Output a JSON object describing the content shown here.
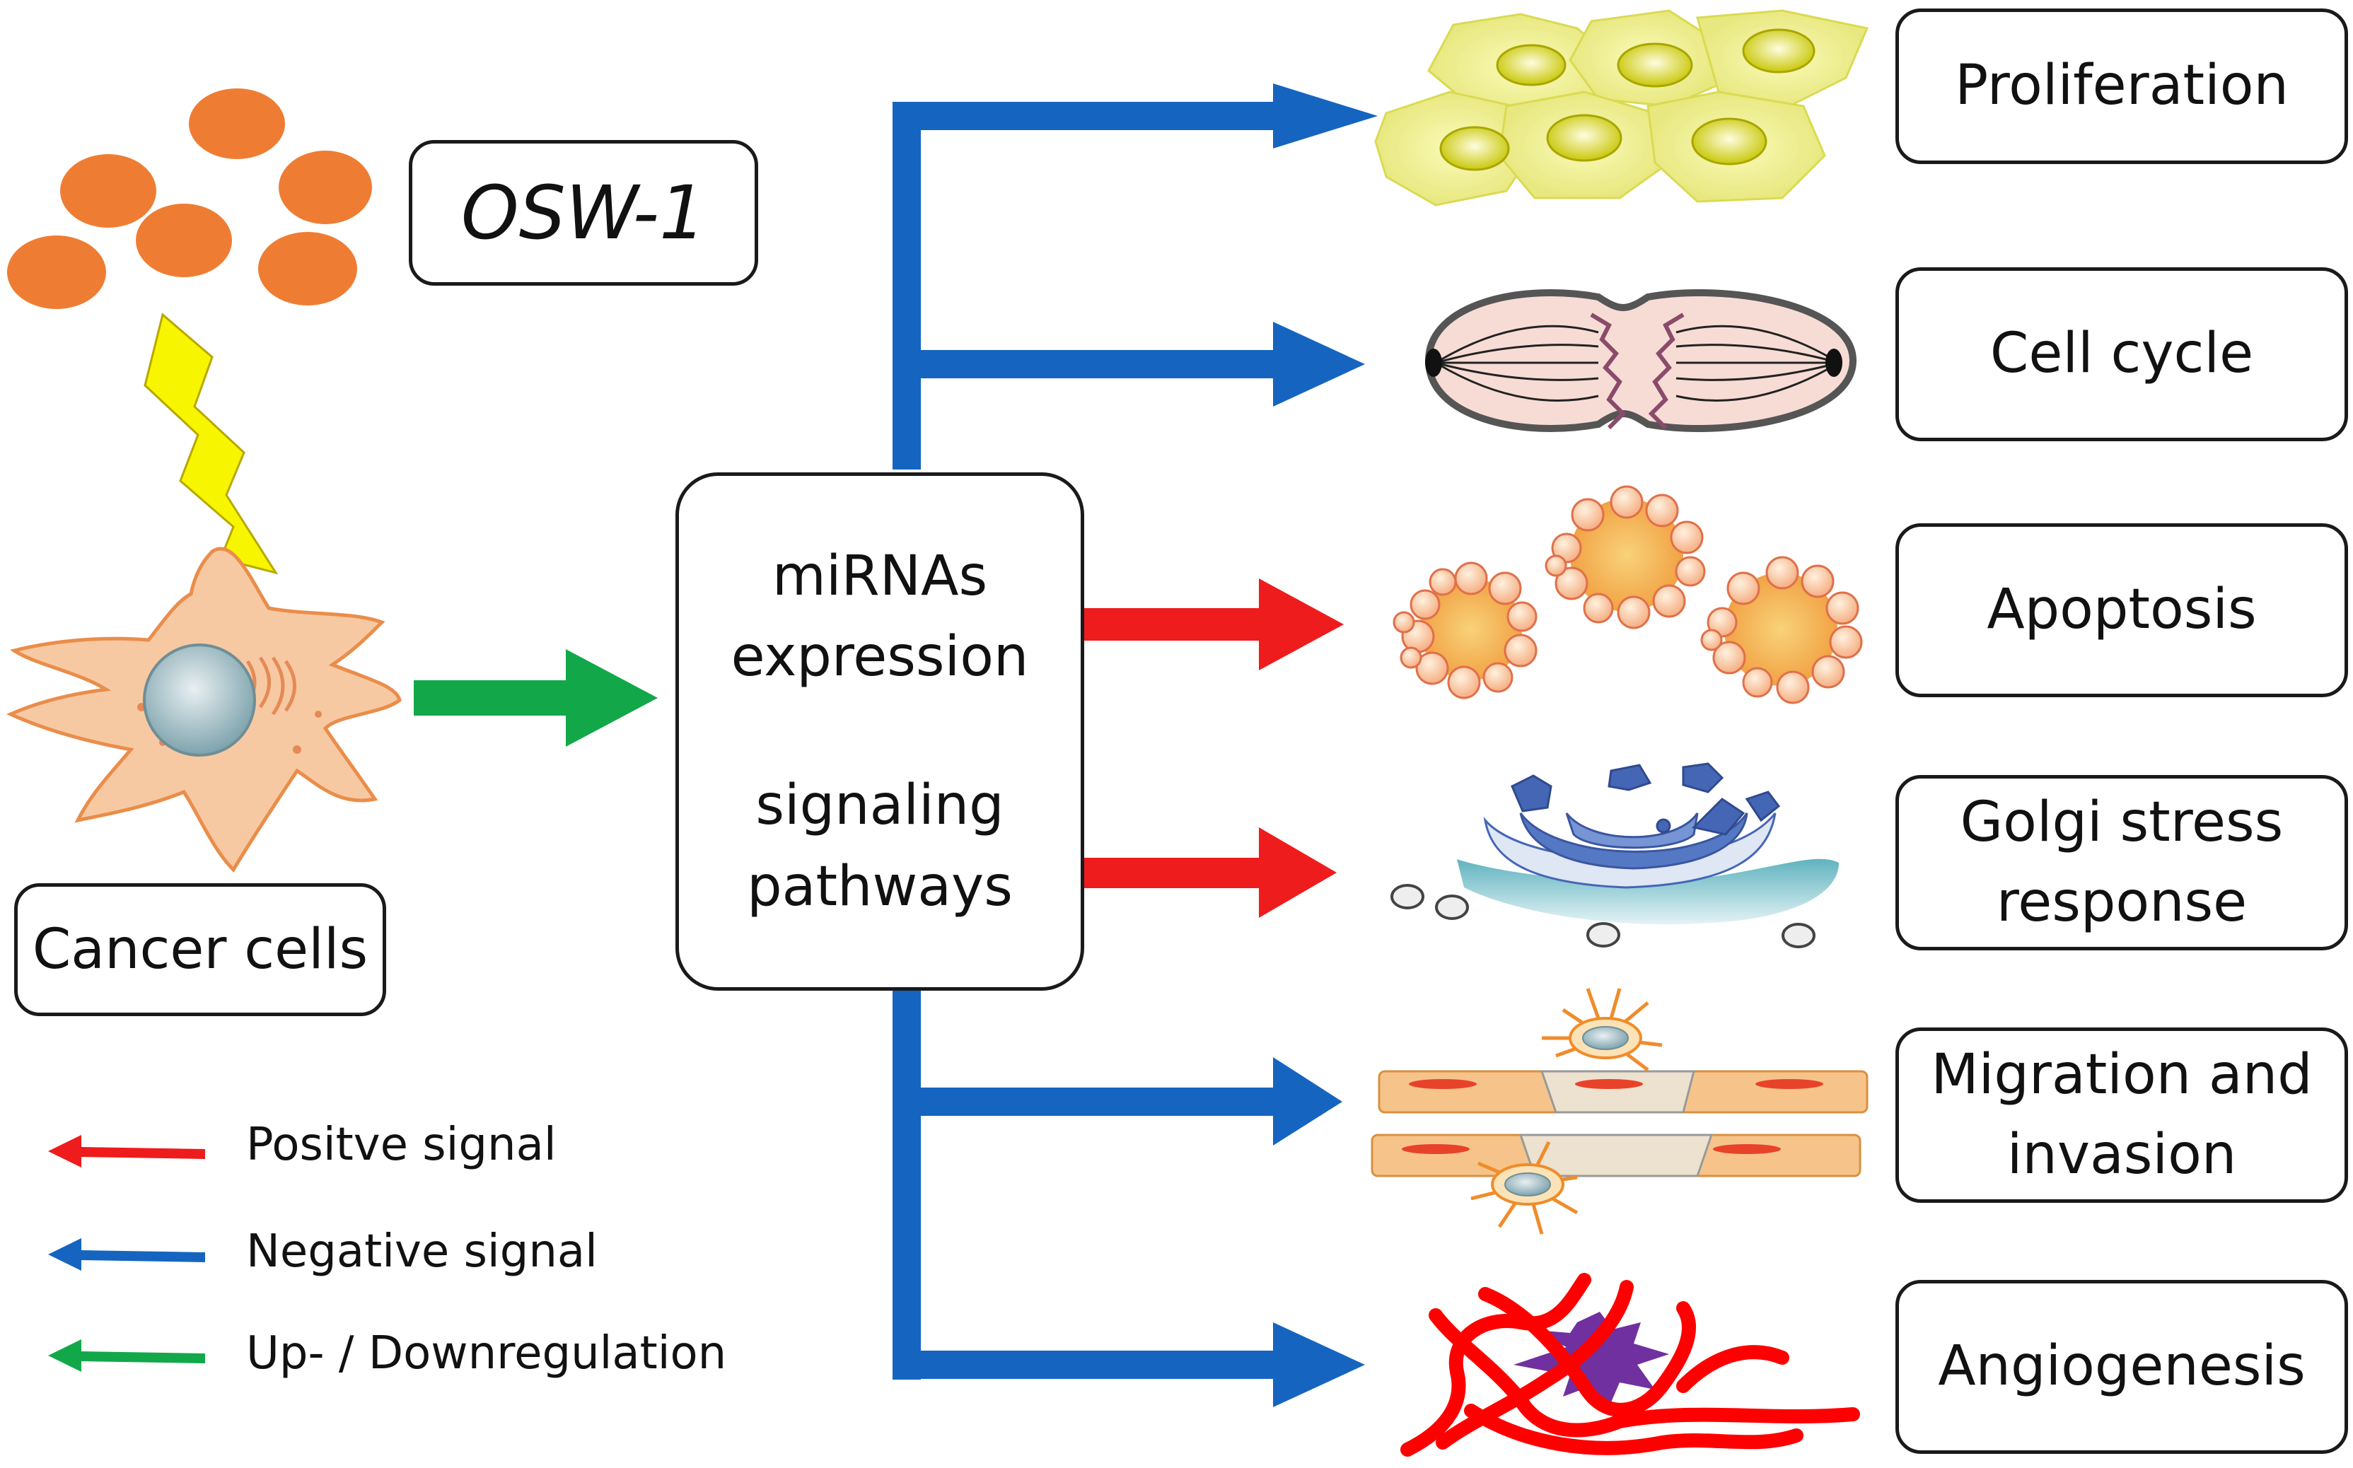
{
  "drug": {
    "label": "OSW-1"
  },
  "source": {
    "label": "Cancer cells"
  },
  "hub": {
    "line1": "miRNAs",
    "line2": "expression",
    "line3": "signaling",
    "line4": "pathways"
  },
  "outcomes": [
    {
      "line1": "Proliferation",
      "line2": "",
      "signal": "negative"
    },
    {
      "line1": "Cell cycle",
      "line2": "",
      "signal": "negative"
    },
    {
      "line1": "Apoptosis",
      "line2": "",
      "signal": "positive"
    },
    {
      "line1": "Golgi stress",
      "line2": "response",
      "signal": "positive"
    },
    {
      "line1": "Migration and",
      "line2": "invasion",
      "signal": "negative"
    },
    {
      "line1": "Angiogenesis",
      "line2": "",
      "signal": "negative"
    }
  ],
  "legend": [
    {
      "label": "Positve signal",
      "color": "#ee1c1c"
    },
    {
      "label": "Negative signal",
      "color": "#1565c0"
    },
    {
      "label": "Up- / Downregulation",
      "color": "#12a84a"
    }
  ],
  "colors": {
    "positive": "#ee1c1c",
    "negative": "#1565c0",
    "regulation": "#12a84a",
    "drug_dots": "#ee7d33",
    "bolt": "#f8f500"
  }
}
